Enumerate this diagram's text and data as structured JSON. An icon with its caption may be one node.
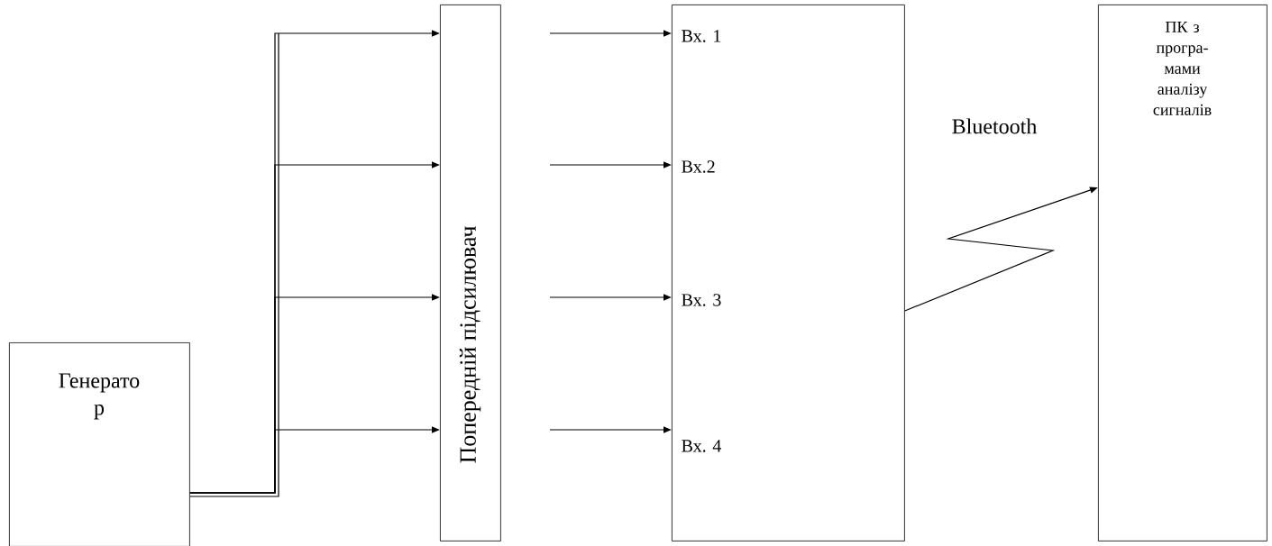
{
  "diagram": {
    "nodes": [
      {
        "text": [
          "Генерато р"
        ]
      },
      {
        "text": [
          "Попередній підсилювач"
        ]
      },
      {
        "text": [
          "Вх. 1",
          "Вх.2",
          "Вх. 3",
          "Вх. 4"
        ]
      },
      {
        "text": [
          "ПК з програ- мами аналізу сигналів"
        ]
      }
    ],
    "edges": [
      {
        "from": 0,
        "to": 1,
        "arrow": "to"
      },
      {
        "from": 0,
        "to": 1,
        "arrow": "to"
      },
      {
        "from": 0,
        "to": 1,
        "arrow": "to"
      },
      {
        "from": 0,
        "to": 1,
        "arrow": "to"
      },
      {
        "from": 1,
        "to": 2,
        "arrow": "to"
      },
      {
        "from": 1,
        "to": 2,
        "arrow": "to"
      },
      {
        "from": 1,
        "to": 2,
        "arrow": "to"
      },
      {
        "from": 1,
        "to": 2,
        "arrow": "to"
      },
      {
        "from": 2,
        "to": 3,
        "arrow": "to",
        "label": "Bluetooth"
      }
    ]
  }
}
